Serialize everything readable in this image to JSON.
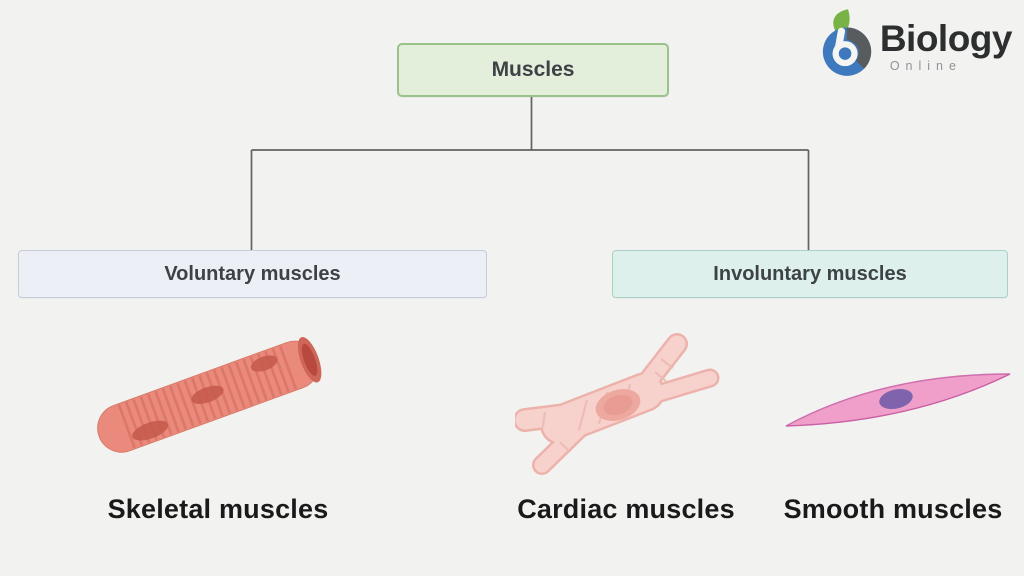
{
  "page": {
    "background": "#f2f3f1"
  },
  "logo": {
    "brand": "Biology",
    "subtitle": "Online",
    "brand_color": "#2c2e2f",
    "subtitle_color": "#8f9496",
    "leaf_color": "#79b346",
    "swirl_color": "#595c5e",
    "globe_color": "#3e79bd"
  },
  "diagram": {
    "connector_color": "#636363",
    "root": {
      "label": "Muscles",
      "fill": "#e3efdb",
      "border": "#9ac28a"
    },
    "branches": [
      {
        "label": "Voluntary muscles",
        "fill": "#edeff7",
        "border": "#c7ccdb"
      },
      {
        "label": "Involuntary muscles",
        "fill": "#def0eb",
        "border": "#abd0c7"
      }
    ],
    "types": [
      {
        "label": "Skeletal muscles",
        "parent": "Voluntary muscles",
        "illustration": "skeletal-muscle-cell",
        "color": "#ea8a7d",
        "nucleus_color": "#c65b4e"
      },
      {
        "label": "Cardiac muscles",
        "parent": "Involuntary muscles",
        "illustration": "cardiac-muscle-cell",
        "color": "#f7d2cc",
        "nucleus_color": "#eda89f"
      },
      {
        "label": "Smooth muscles",
        "parent": "Involuntary muscles",
        "illustration": "smooth-muscle-cell",
        "color": "#ef9fca",
        "nucleus_color": "#7f63ad"
      }
    ]
  }
}
